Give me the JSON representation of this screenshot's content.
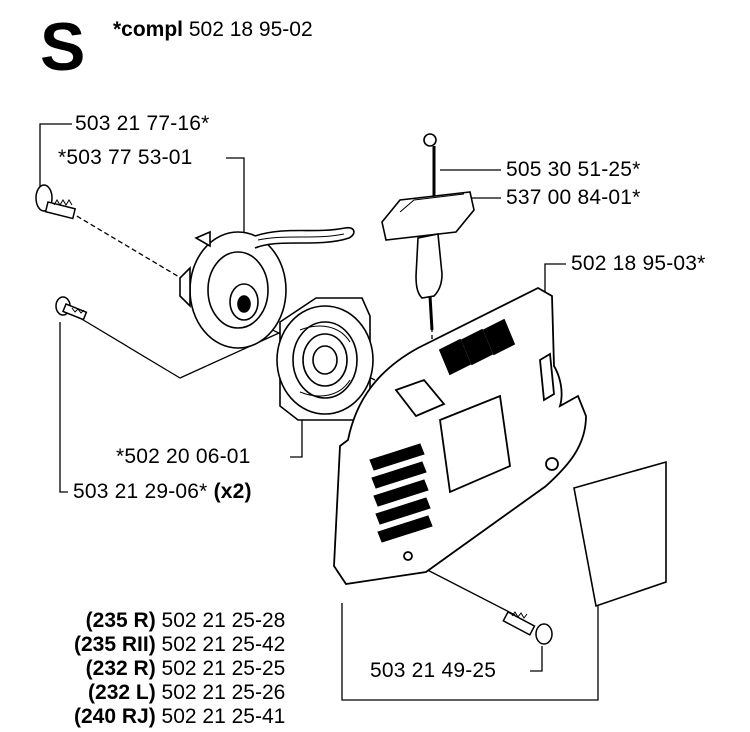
{
  "header": {
    "section_letter": "S",
    "compl_prefix": "*compl",
    "compl_number": "502 18 95-02"
  },
  "callouts": {
    "p503217716": "503 21 77-16*",
    "p503775301": "*503 77 53-01",
    "p505305125": "505 30 51-25*",
    "p537008401": "537 00 84-01*",
    "p502189503": "502 18 95-03*",
    "p502200601": "*502 20 06-01",
    "p503212906": "503 21 29-06*",
    "p503212906_qty": "(x2)",
    "p503214925": "503 21 49-25"
  },
  "variants": [
    {
      "model": "(235 R)",
      "part": "502 21 25-28"
    },
    {
      "model": "(235 RII)",
      "part": "502 21 25-42"
    },
    {
      "model": "(232 R)",
      "part": "502 21 25-25"
    },
    {
      "model": "(232 L)",
      "part": "502 21 25-26"
    },
    {
      "model": "(240 RJ)",
      "part": "502 21 25-41"
    }
  ]
}
